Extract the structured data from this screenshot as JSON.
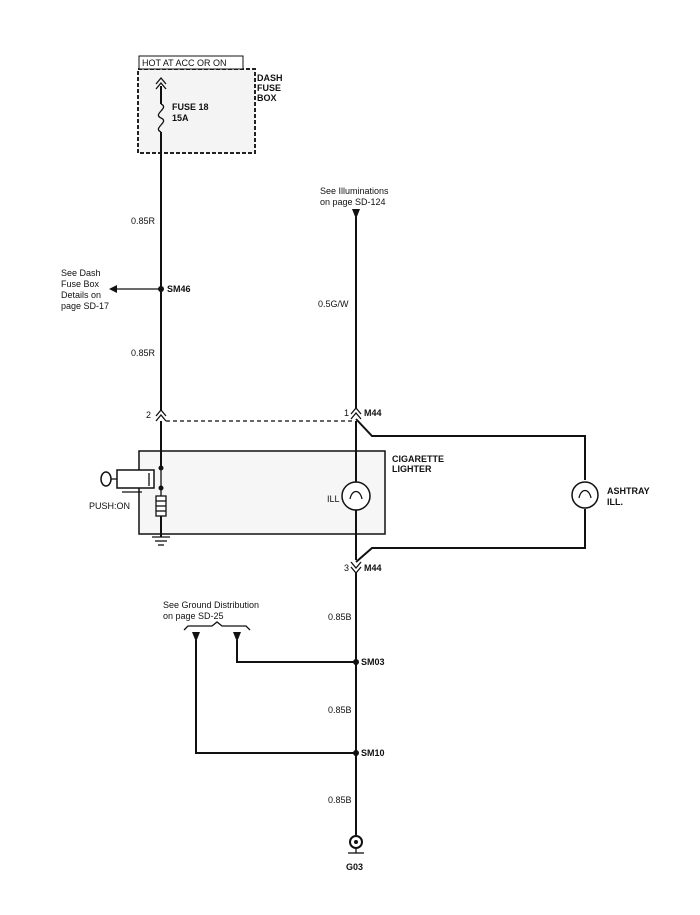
{
  "fuse_box": {
    "hot_label": "HOT AT ACC OR ON",
    "box_label": [
      "DASH",
      "FUSE",
      "BOX"
    ],
    "fuse_label": [
      "FUSE 18",
      "15A"
    ]
  },
  "wires": {
    "w1": "0.85R",
    "w2": "0.85R",
    "illum": "0.5G/W",
    "gnd1": "0.85B",
    "gnd2": "0.85B",
    "gnd3": "0.85B"
  },
  "refs": {
    "illumination": [
      "See Illuminations",
      "on page SD-124"
    ],
    "fuse_details": [
      "See Dash",
      "Fuse Box",
      "Details on",
      "page SD-17"
    ],
    "ground_dist": [
      "See Ground Distribution",
      "on page SD-25"
    ]
  },
  "splices": {
    "sm46": "SM46",
    "sm03": "SM03",
    "sm10": "SM10"
  },
  "connectors": {
    "pin2": "2",
    "pin1": "1",
    "pin3": "3",
    "m44_top": "M44",
    "m44_bottom": "M44"
  },
  "components": {
    "lighter": [
      "CIGARETTE",
      "LIGHTER"
    ],
    "ill": "ILL",
    "push_on": "PUSH:ON",
    "ashtray": [
      "ASHTRAY",
      "ILL."
    ],
    "ground": "G03"
  }
}
